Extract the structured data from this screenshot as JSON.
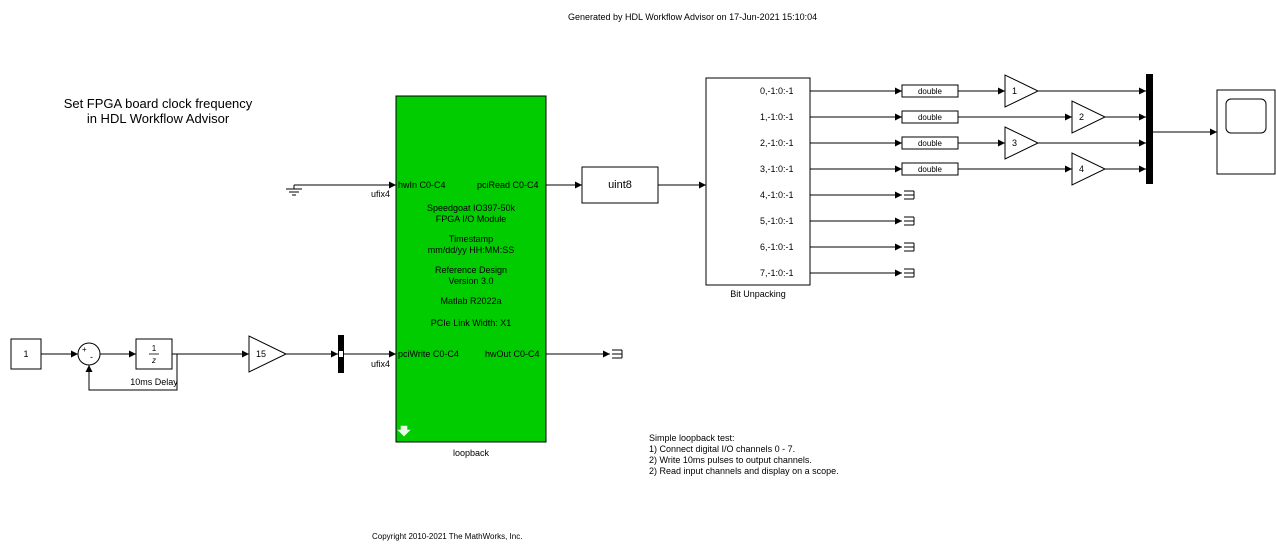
{
  "header": "Generated by HDL Workflow Advisor on 17-Jun-2021 15:10:04",
  "annotation_clock": [
    "Set FPGA board clock frequency",
    "in HDL Workflow Advisor"
  ],
  "copyright": "Copyright 2010-2021 The MathWorks, Inc.",
  "loopback_note": [
    "Simple loopback test:",
    "1) Connect digital I/O channels 0 - 7.",
    "2) Write 10ms pulses to output channels.",
    "2) Read input channels and display on a scope."
  ],
  "constant_block": {
    "value": "1"
  },
  "sum_block": {
    "plus": "+",
    "minus": "-"
  },
  "delay_block": {
    "numerator": "1",
    "denominator": "z",
    "caption": "10ms Delay"
  },
  "gain_main": {
    "value": "15"
  },
  "signal_type_ufix4": "ufix4",
  "loopback_block": {
    "caption": "loopback",
    "in_ports": [
      "hwIn C0-C4",
      "pciWrite C0-C4"
    ],
    "out_ports": [
      "pciRead C0-C4",
      "hwOut C0-C4"
    ],
    "lines": [
      [
        "Speedgoat IO397-50k",
        "FPGA I/O Module"
      ],
      [
        "Timestamp",
        "mm/dd/yy HH:MM:SS"
      ],
      [
        "Reference Design",
        "Version 3.0"
      ],
      [
        "Matlab R2022a"
      ],
      [
        "PCIe Link Width: X1"
      ]
    ],
    "color": "#00cc00"
  },
  "convert_block": {
    "label": "uint8"
  },
  "bit_unpacking": {
    "caption": "Bit Unpacking",
    "outputs": [
      "0,-1:0:-1",
      "1,-1:0:-1",
      "2,-1:0:-1",
      "3,-1:0:-1",
      "4,-1:0:-1",
      "5,-1:0:-1",
      "6,-1:0:-1",
      "7,-1:0:-1"
    ]
  },
  "data_type_blocks": [
    "double",
    "double",
    "double",
    "double"
  ],
  "channel_gains": [
    "1",
    "2",
    "3",
    "4"
  ]
}
